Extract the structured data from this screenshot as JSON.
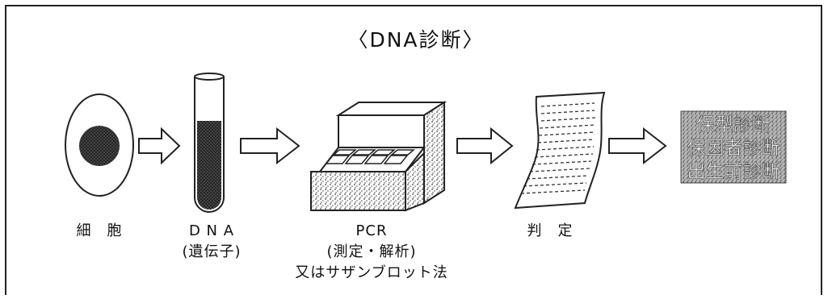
{
  "title": "〈DNA診断〉",
  "steps": [
    {
      "label": "細　胞"
    },
    {
      "label": "D N A",
      "sub": "(遺伝子)"
    },
    {
      "label": "PCR",
      "sub": "(測定・解析)",
      "sub2": "又はサザンブロット法"
    },
    {
      "label": "判　定"
    }
  ],
  "results": [
    "保型診断",
    "保因者診断",
    "出生前診断"
  ]
}
